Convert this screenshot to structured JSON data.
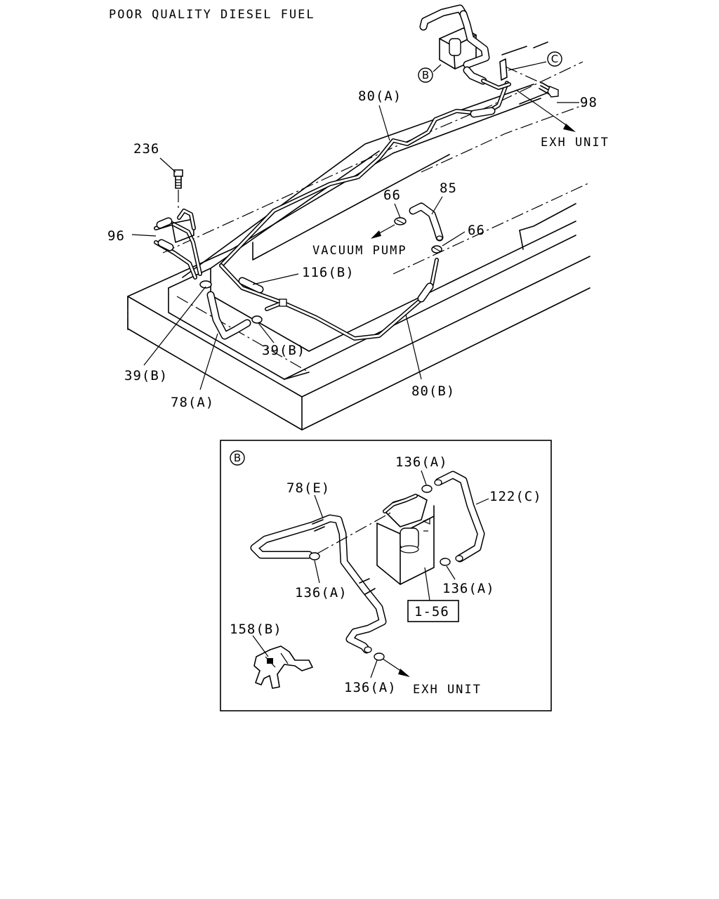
{
  "title": "POOR QUALITY DIESEL FUEL",
  "main_view": {
    "callouts": {
      "c236": "236",
      "c96": "96",
      "c80a": "80(A)",
      "c98": "98",
      "c66a": "66",
      "c85": "85",
      "c66b": "66",
      "c116b": "116(B)",
      "c39b_right": "39(B)",
      "c39b_left": "39(B)",
      "c78a": "78(A)",
      "c80b": "80(B)"
    },
    "texts": {
      "exh_unit": "EXH UNIT",
      "vacuum_pump": "VACUUM PUMP"
    },
    "circled": {
      "b": "B",
      "c": "C"
    }
  },
  "detail_view": {
    "tag": "B",
    "callouts": {
      "c136a_top": "136(A)",
      "c78e": "78(E)",
      "c122c": "122(C)",
      "c136a_left": "136(A)",
      "c136a_right": "136(A)",
      "c158b": "158(B)",
      "c136a_bottom": "136(A)"
    },
    "ref_box": "1-56",
    "exh_unit": "EXH UNIT"
  }
}
